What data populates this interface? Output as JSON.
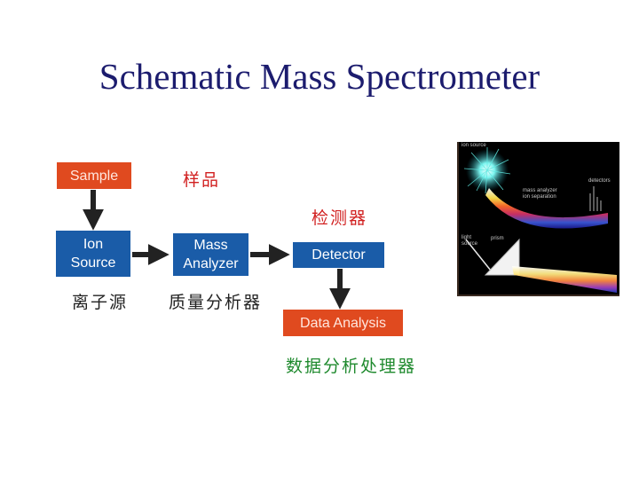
{
  "title": "Schematic Mass Spectrometer",
  "diagram": {
    "nodes": {
      "sample": "Sample",
      "ion_source": "Ion\nSource",
      "mass_analyzer": "Mass\nAnalyzer",
      "detector": "Detector",
      "data_analysis": "Data Analysis"
    },
    "chinese_labels": {
      "sample": "样品",
      "detector": "检测器",
      "ion_source": "离子源",
      "mass_analyzer": "质量分析器",
      "data_analysis": "数据分析处理器"
    },
    "colors": {
      "red_box": "#e04a1f",
      "blue_box": "#1a5ca8",
      "arrow": "#222222",
      "label_red": "#d12020",
      "label_green": "#1f8a2e"
    }
  },
  "spectrometer_image": {
    "labels": {
      "ion_source": "ion source",
      "detectors": "detectors",
      "mass_analyzer": "mass analyzer\nion separation",
      "light_source": "light\nsource",
      "prism": "prism"
    }
  }
}
